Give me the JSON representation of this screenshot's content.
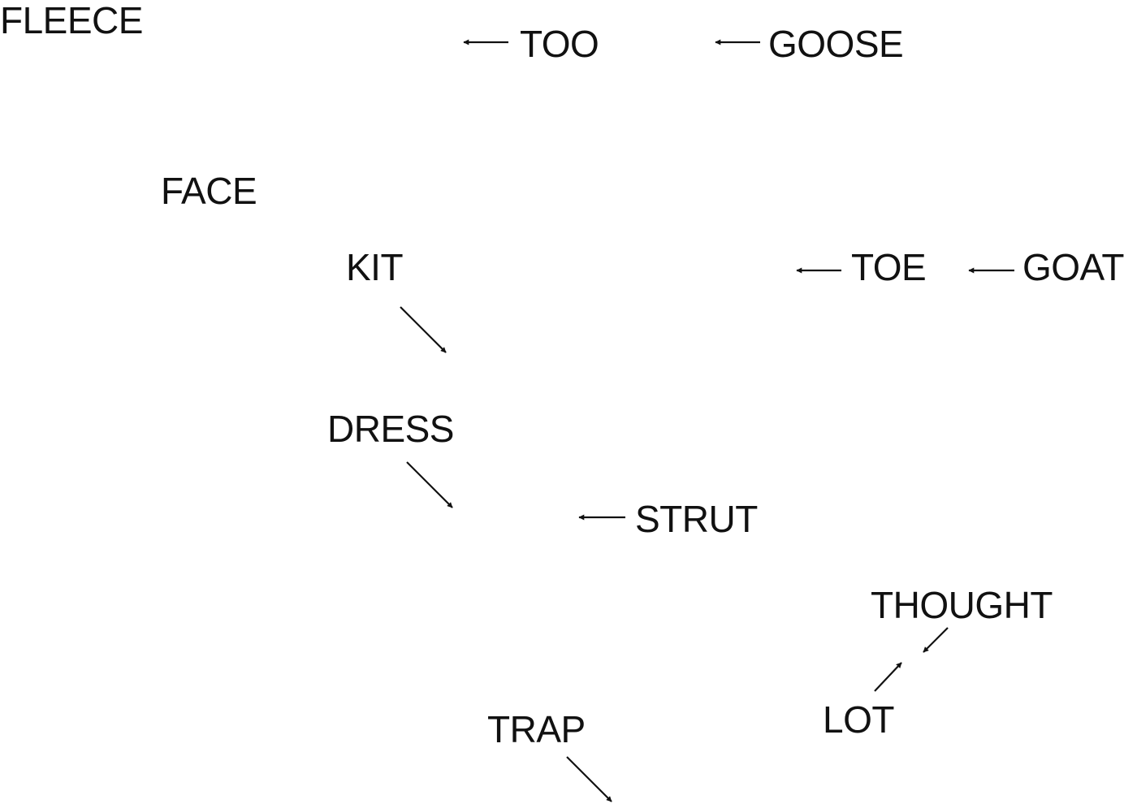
{
  "diagram": {
    "labels": {
      "fleece": "FLEECE",
      "too": "TOO",
      "goose": "GOOSE",
      "face": "FACE",
      "kit": "KIT",
      "toe": "TOE",
      "goat": "GOAT",
      "dress": "DRESS",
      "strut": "STRUT",
      "thought": "THOUGHT",
      "lot": "LOT",
      "trap": "TRAP"
    },
    "colors": {
      "text": "#111111",
      "arrow": "#111111",
      "background": "#ffffff"
    }
  }
}
